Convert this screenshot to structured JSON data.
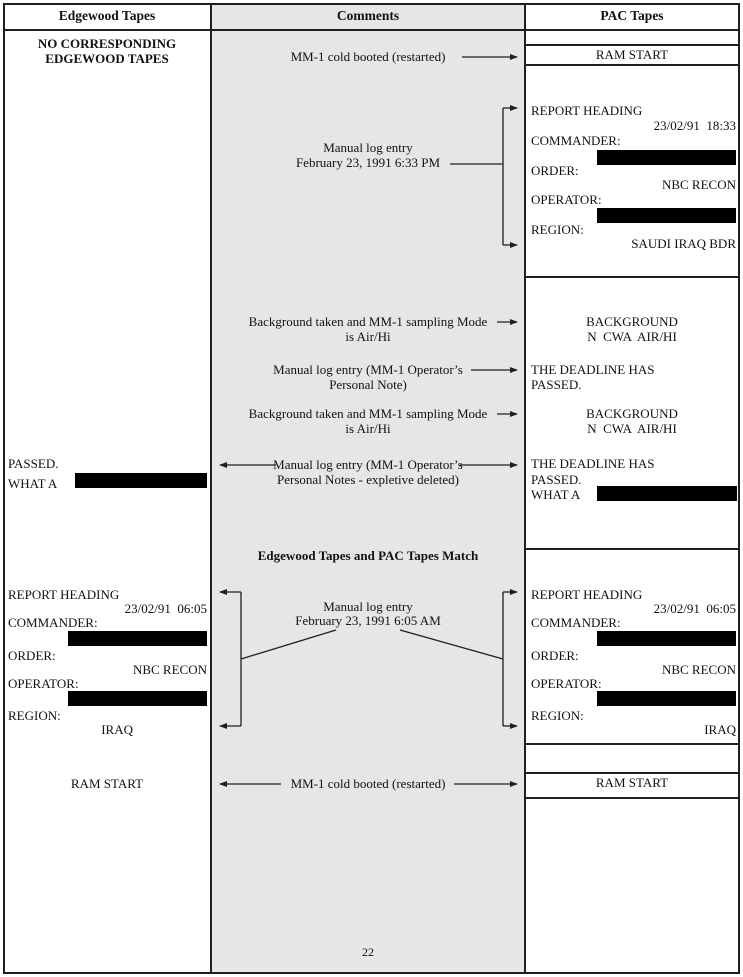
{
  "header": {
    "edgewood": "Edgewood Tapes",
    "comments": "Comments",
    "pac": "PAC Tapes"
  },
  "colors": {
    "comments_bg": "#e6e6e6",
    "line": "#1f1f1f",
    "redaction": "#000000"
  },
  "edgewood": {
    "no_tapes": [
      "NO CORRESPONDING",
      "EDGEWOOD TAPES"
    ],
    "expletive_note": {
      "line1": "PASSED.",
      "line2": "WHAT A"
    },
    "report_0605": {
      "heading": "REPORT HEADING",
      "datetime": "23/02/91  06:05",
      "commander_label": "COMMANDER:",
      "order_label": "ORDER:",
      "order_value": "NBC RECON",
      "operator_label": "OPERATOR:",
      "region_label": "REGION:",
      "region_value": "IRAQ"
    },
    "ram_start": "RAM START"
  },
  "comments": {
    "cold_boot_top": "MM-1 cold booted (restarted)",
    "log_633": {
      "line1": "Manual log entry",
      "line2": "February 23, 1991 6:33 PM"
    },
    "background_1": {
      "line1": "Background taken and MM-1 sampling Mode",
      "line2": "is Air/Hi"
    },
    "personal_note": {
      "line1": "Manual log entry (MM-1 Operator’s",
      "line2": "Personal Note)"
    },
    "background_2": {
      "line1": "Background taken and MM-1 sampling Mode",
      "line2": "is Air/Hi"
    },
    "expletive_note": {
      "line1": "Manual log entry (MM-1 Operator’s",
      "line2": "Personal Notes - expletive deleted)"
    },
    "match_note": "Edgewood Tapes and PAC Tapes Match",
    "log_605": {
      "line1": "Manual log entry",
      "line2": "February 23, 1991 6:05 AM"
    },
    "cold_boot_bottom": "MM-1 cold booted (restarted)",
    "page_number": "22"
  },
  "pac": {
    "ram_start_top": "RAM START",
    "report_1833": {
      "heading": "REPORT HEADING",
      "datetime": "23/02/91  18:33",
      "commander_label": "COMMANDER:",
      "order_label": "ORDER:",
      "order_value": "NBC RECON",
      "operator_label": "OPERATOR:",
      "region_label": "REGION:",
      "region_value": "SAUDI IRAQ BDR"
    },
    "background_1": {
      "line1": "BACKGROUND",
      "line2": "N  CWA  AIR/HI"
    },
    "deadline_1": {
      "line1": "THE DEADLINE HAS",
      "line2": "PASSED."
    },
    "background_2": {
      "line1": "BACKGROUND",
      "line2": "N  CWA  AIR/HI"
    },
    "deadline_2": {
      "line1": "THE DEADLINE HAS",
      "line2": "PASSED.",
      "line3": "WHAT A"
    },
    "report_0605": {
      "heading": "REPORT HEADING",
      "datetime": "23/02/91  06:05",
      "commander_label": "COMMANDER:",
      "order_label": "ORDER:",
      "order_value": "NBC RECON",
      "operator_label": "OPERATOR:",
      "region_label": "REGION:",
      "region_value": "IRAQ"
    },
    "ram_start_bottom": "RAM START"
  }
}
